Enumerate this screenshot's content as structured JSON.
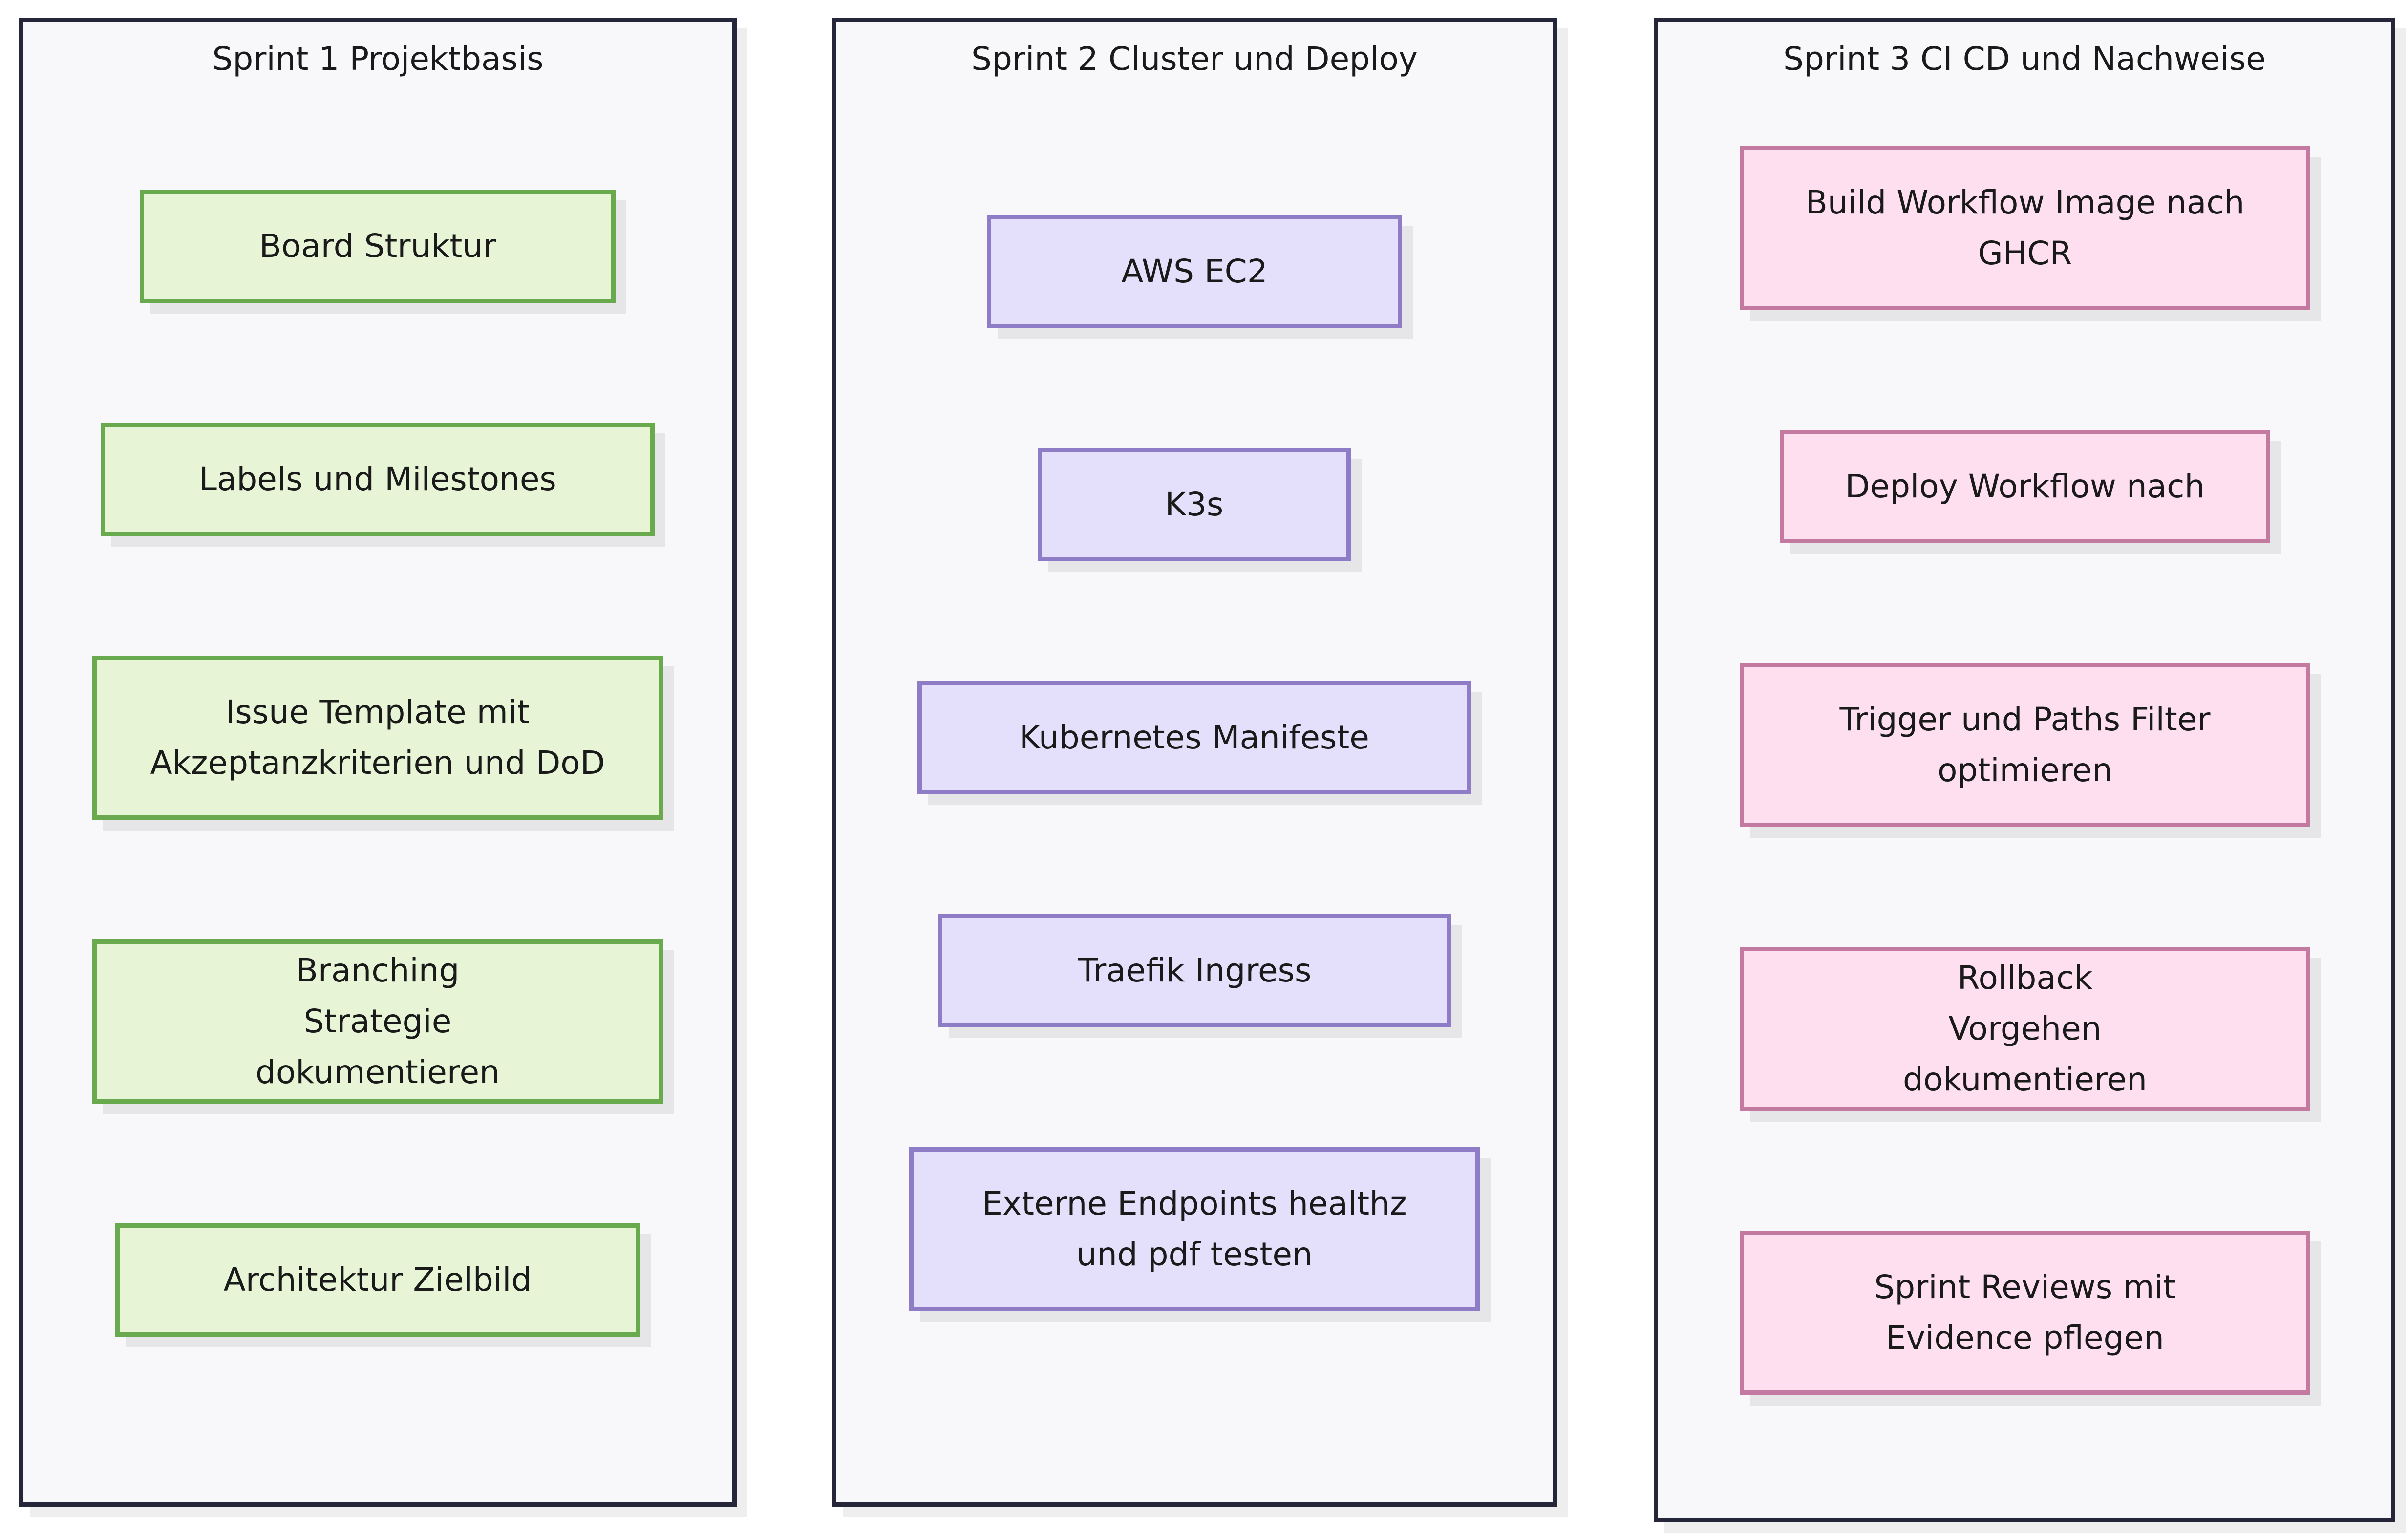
{
  "sprints": [
    {
      "title": "Sprint 1 Projektbasis",
      "cards": [
        "Board Struktur",
        "Labels und Milestones",
        "Issue Template mit Akzeptanzkriterien und DoD",
        "Branching Strategie dokumentieren",
        "Architektur Zielbild"
      ]
    },
    {
      "title": "Sprint 2 Cluster und Deploy",
      "cards": [
        "AWS EC2",
        "K3s",
        "Kubernetes Manifeste",
        "Traefik Ingress",
        "Externe Endpoints healthz und pdf testen"
      ]
    },
    {
      "title": "Sprint 3 CI CD und Nachweise",
      "cards": [
        "Build Workflow Image nach GHCR",
        "Deploy Workflow nach",
        "Trigger und Paths Filter optimieren",
        "Rollback Vorgehen dokumentieren",
        "Sprint Reviews mit Evidence pflegen"
      ]
    }
  ],
  "colors": {
    "lane_background": "#f8f8fa",
    "lane_border": "#26263a",
    "sprint1_fill": "#e7f5d6",
    "sprint1_border": "#6aaa4e",
    "sprint2_fill": "#e4e0fb",
    "sprint2_border": "#8e7cc6",
    "sprint3_fill": "#fddff0",
    "sprint3_border": "#c47aa0"
  }
}
